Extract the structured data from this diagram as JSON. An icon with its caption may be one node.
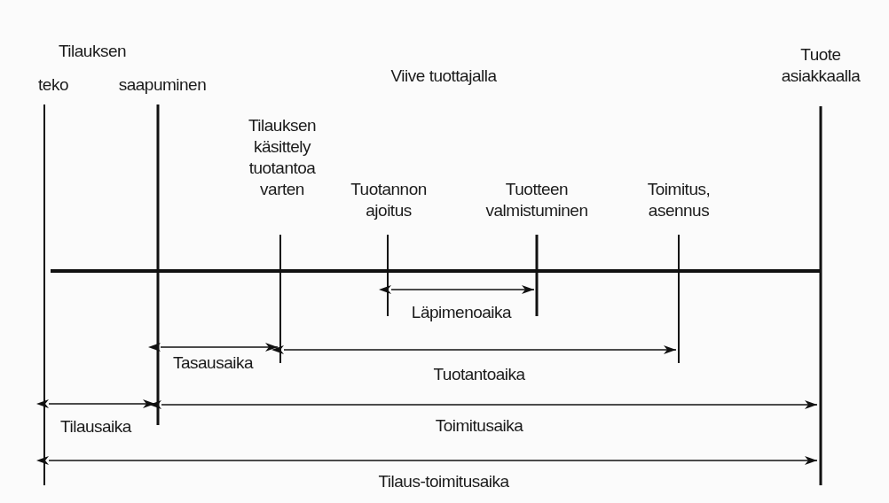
{
  "diagram": {
    "labels": [
      "Tilauksen",
      "teko",
      "saapuminen",
      "Viive tuottajalla",
      "Tuote asiakkaalla",
      "Tilauksen käsittely tuotantoa varten",
      "Tuotannon ajoitus",
      "Tuotteen valmistuminen",
      "Toimitus, asennus",
      "Läpimenoaika",
      "Tasausaika",
      "Tuotantoaika",
      "Tilausaika",
      "Toimitusaika",
      "Tilaus-toimitusaika"
    ]
  }
}
